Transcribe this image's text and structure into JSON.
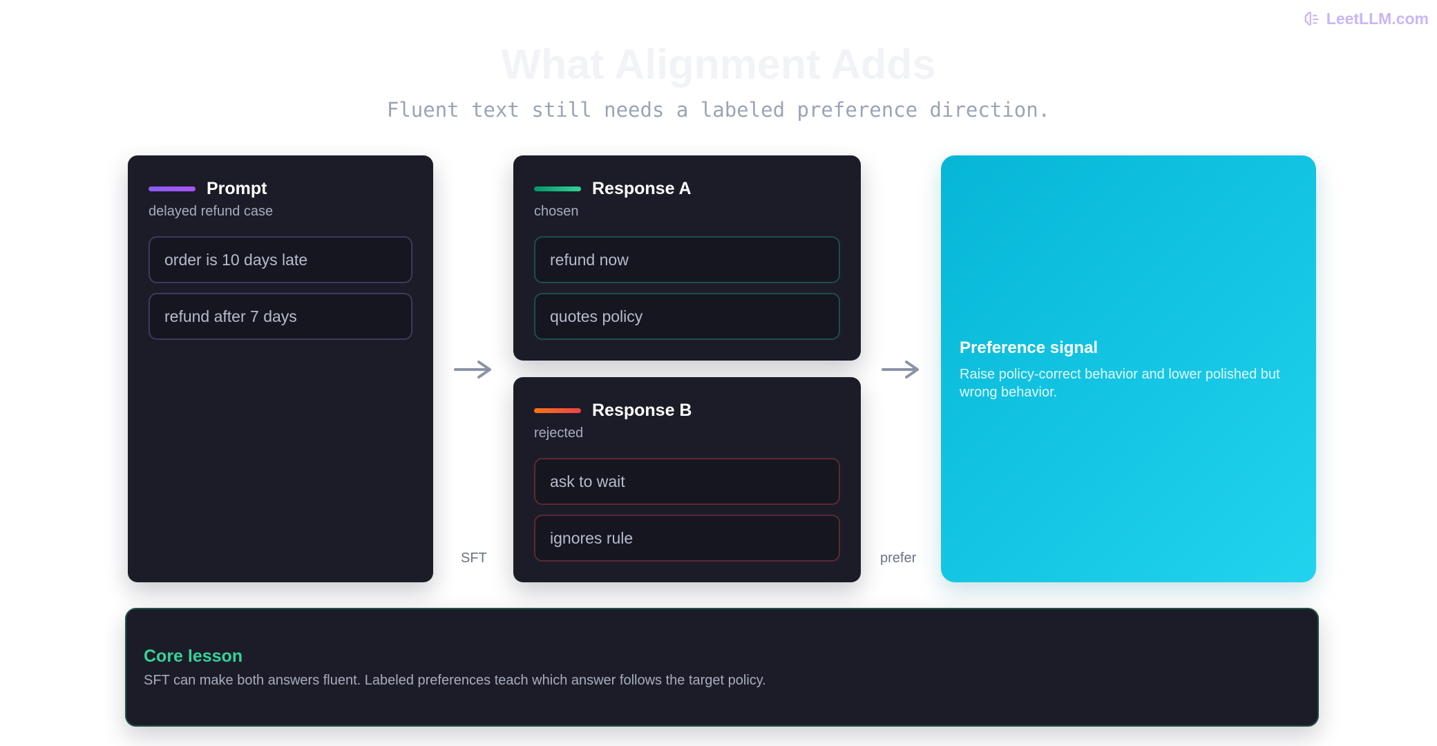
{
  "brand": {
    "logo_icon": "brain-icon",
    "text": "LeetLLM.com"
  },
  "header": {
    "title": "What Alignment Adds",
    "subtitle": "Fluent text still needs a labeled preference direction."
  },
  "prompt_card": {
    "title": "Prompt",
    "subtitle": "delayed refund case",
    "accent": "#8b5cf6",
    "items": [
      "order is 10 days late",
      "refund after 7 days"
    ]
  },
  "connector_sft": {
    "label": "SFT",
    "icon": "arrow-right-icon"
  },
  "response_a": {
    "title": "Response A",
    "subtitle": "chosen",
    "accent": "#10b981",
    "items": [
      "refund now",
      "quotes policy"
    ]
  },
  "response_b": {
    "title": "Response B",
    "subtitle": "rejected",
    "accent": "#f97316",
    "items": [
      "ask to wait",
      "ignores rule"
    ]
  },
  "connector_prefer": {
    "label": "prefer",
    "icon": "arrow-right-icon"
  },
  "signal_card": {
    "title": "Preference signal",
    "body": "Raise policy-correct behavior and lower polished but wrong behavior.",
    "color": "#06b6d4"
  },
  "lesson": {
    "title": "Core lesson",
    "body": "SFT can make both answers fluent. Labeled preferences teach which answer follows the target policy.",
    "accent": "#34d399"
  }
}
